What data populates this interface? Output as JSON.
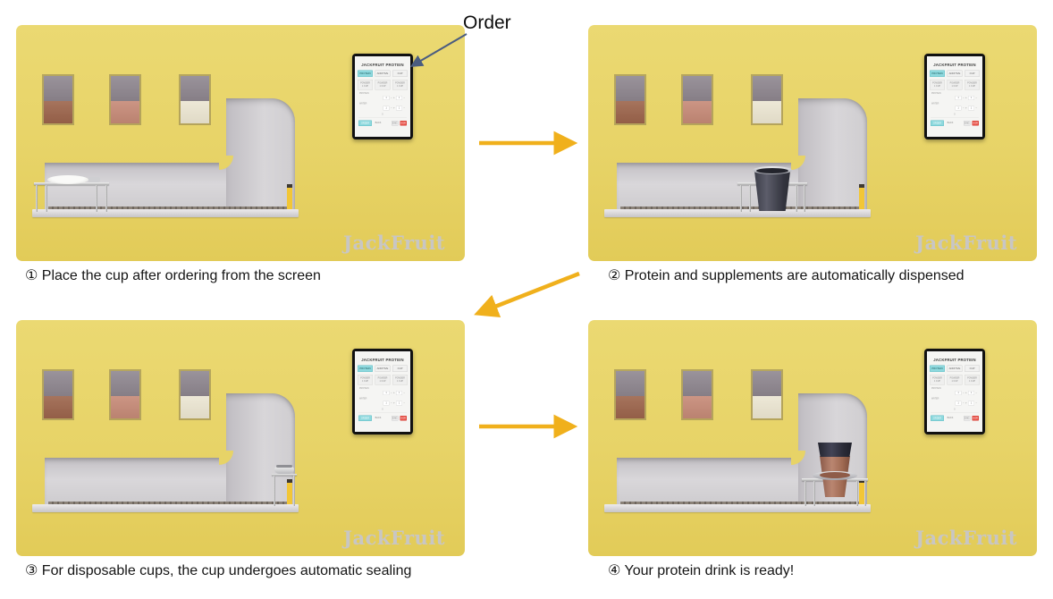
{
  "order_callout": {
    "label": "Order"
  },
  "watermark": "JackFruit",
  "colors": {
    "machine_yellow": "#E8D467",
    "flow_arrow_gold": "#F0B01C",
    "callout_arrow_slate": "#4A5C80",
    "screen_teal": "#8FD9DE",
    "screen_red": "#E8534A"
  },
  "panels": [
    {
      "caption": "① Place the cup after ordering from the screen"
    },
    {
      "caption": "② Protein and supplements are automatically dispensed"
    },
    {
      "caption": "③ For disposable cups, the cup undergoes automatic sealing"
    },
    {
      "caption": "④ Your protein drink is ready!"
    }
  ],
  "screen": {
    "title": "JACKFRUIT PROTEIN",
    "tabs": [
      "PROTEIN",
      "ADDITIVE",
      "CUP"
    ],
    "options": [
      {
        "line1": "POWDER",
        "line2": "1 CUP"
      },
      {
        "line1": "POWDER",
        "line2": "1 CUP"
      },
      {
        "line1": "POWDER",
        "line2": "1 CUP"
      }
    ],
    "rows": [
      {
        "label": "PROTEIN",
        "v": "1"
      },
      {
        "label": "WATER",
        "v": "1"
      }
    ],
    "minus": "−",
    "plus": "+",
    "total": "0",
    "buttons": [
      "ORDER",
      "BACK",
      "ENG",
      "KOR"
    ]
  }
}
